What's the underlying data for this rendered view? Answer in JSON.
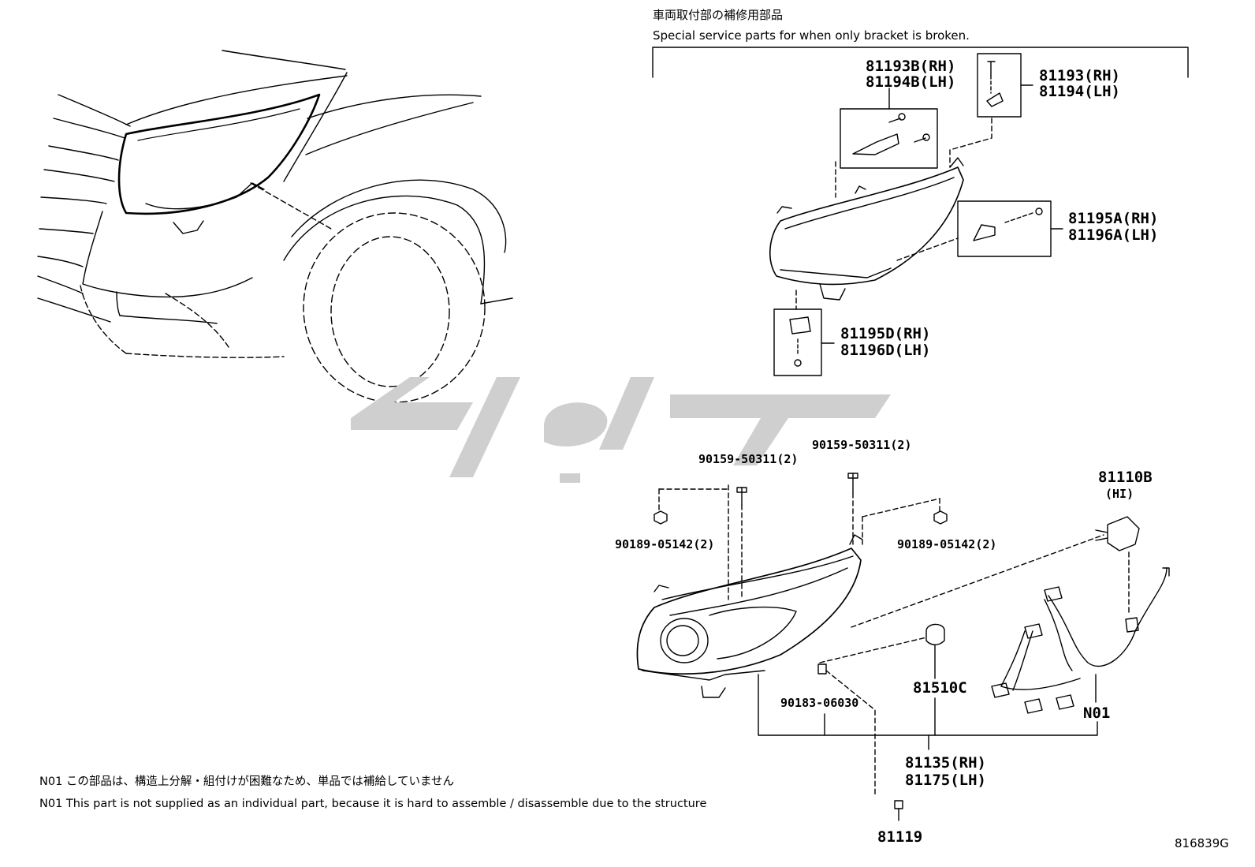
{
  "header": {
    "jp": "車両取付部の補修用部品",
    "en": "Special service parts for when only bracket is broken."
  },
  "parts": {
    "p81193B": "81193B(RH)",
    "p81194B": "81194B(LH)",
    "p81193": "81193(RH)",
    "p81194": "81194(LH)",
    "p81195A": "81195A(RH)",
    "p81196A": "81196A(LH)",
    "p81195D": "81195D(RH)",
    "p81196D": "81196D(LH)",
    "s90159_left": "90159-50311(2)",
    "s90159_right": "90159-50311(2)",
    "s90189_left": "90189-05142(2)",
    "s90189_right": "90189-05142(2)",
    "p81110B": "81110B",
    "p81110B_sub": "(HI)",
    "s90183": "90183-06030",
    "p81510C": "81510C",
    "n01": "N01",
    "p81135": "81135(RH)",
    "p81175": "81175(LH)",
    "p81119": "81119"
  },
  "notes": {
    "jp": "N01 この部品は、構造上分解・組付けが困難なため、単品では補給していません",
    "en": "N01 This part is not supplied as an individual part, because it is hard to assemble / disassemble due to the structure"
  },
  "figure_code": "816839G",
  "colors": {
    "ink": "#000000",
    "watermark": "#cfcfcf"
  }
}
